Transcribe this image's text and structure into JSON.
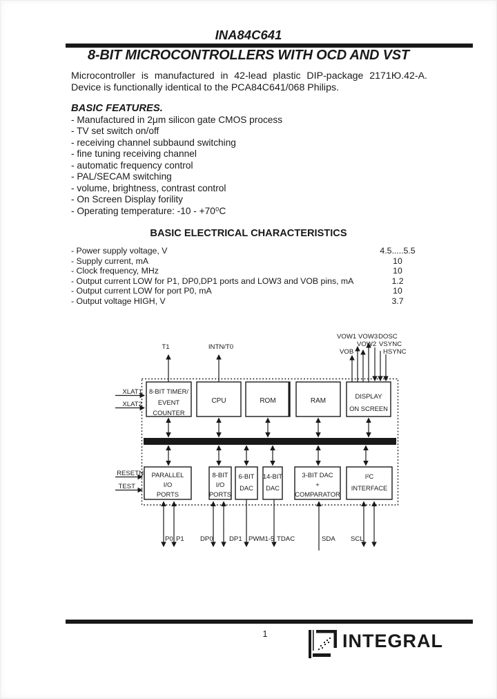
{
  "colors": {
    "ink": "#191919",
    "page": "#ffffff"
  },
  "header": {
    "title": "INA84C641",
    "subtitle": "8-BIT MICROCONTROLLERS WITH OCD AND VST"
  },
  "intro": "Microcontroller is manufactured in 42-lead plastic DIP-package 2171Ю.42-A. Device is functionally identical to the PCA84C641/068 Philips.",
  "features": {
    "heading": "BASIC FEATURES.",
    "items": [
      "- Manufactured in 2μm silicon gate CMOS process",
      "- TV set switch on/off",
      "- receiving channel subbaund switching",
      "- fine tuning receiving channel",
      "- automatic frequency control",
      "- PAL/SECAM switching",
      "- volume, brightness, contrast control",
      "- On Screen Display forility",
      "- Operating temperature: -10 - +70⁰C"
    ]
  },
  "electrical": {
    "heading": "BASIC ELECTRICAL CHARACTERISTICS",
    "rows": [
      {
        "label": "- Power supply voltage, V",
        "value": "4.5.....5.5"
      },
      {
        "label": "- Supply current, mA",
        "value": "10"
      },
      {
        "label": "- Clock frequency, MHz",
        "value": "10"
      },
      {
        "label": "- Output current LOW for P1, DP0,DP1 ports and LOW3 and VOB pins, mA",
        "value": "1.2"
      },
      {
        "label": "- Output current LOW for port P0, mA",
        "value": "10"
      },
      {
        "label": "- Output voltage HIGH, V",
        "value": "3.7"
      }
    ]
  },
  "diagram": {
    "boxes": {
      "timer1": "8-BIT TIMER/",
      "timer2": "EVENT",
      "timer3": "COUNTER",
      "cpu": "CPU",
      "rom": "ROM",
      "ram": "RAM",
      "display1": "DISPLAY",
      "display2": "ON SCREEN",
      "parallel1": "PARALLEL",
      "parallel2": "I/O",
      "parallel3": "PORTS",
      "io8_1": "8-BIT",
      "io8_2": "I/O",
      "io8_3": "PORTS",
      "dac6_1": "6-BIT",
      "dac6_2": "DAC",
      "dac14_1": "14-BIT",
      "dac14_2": "DAC",
      "comp1": "3-BIT DAC",
      "comp2": "+",
      "comp3": "COMPARATOR",
      "i2c1": "I²C",
      "i2c2": "INTERFACE"
    },
    "signals": {
      "t1": "T1",
      "intn": "INTN/T0",
      "vow1": "VOW1",
      "vow3": "VOW3",
      "dosc": "DOSC",
      "vow2": "VOW2",
      "vsync": "VSYNC",
      "vob": "VOB",
      "hsync": "HSYNC",
      "xlat1": "XLAT1",
      "xlat2": "XLAT2",
      "resetn": "RESETN",
      "test": "TEST",
      "p0": "P0",
      "p1": "P1",
      "dp0": "DP0",
      "dp1": "DP1",
      "pwm": "PWM1-5",
      "tdac": "TDAC",
      "sda": "SDA",
      "scl": "SCL"
    }
  },
  "footer": {
    "page": "1",
    "brand": "INTEGRAL"
  }
}
